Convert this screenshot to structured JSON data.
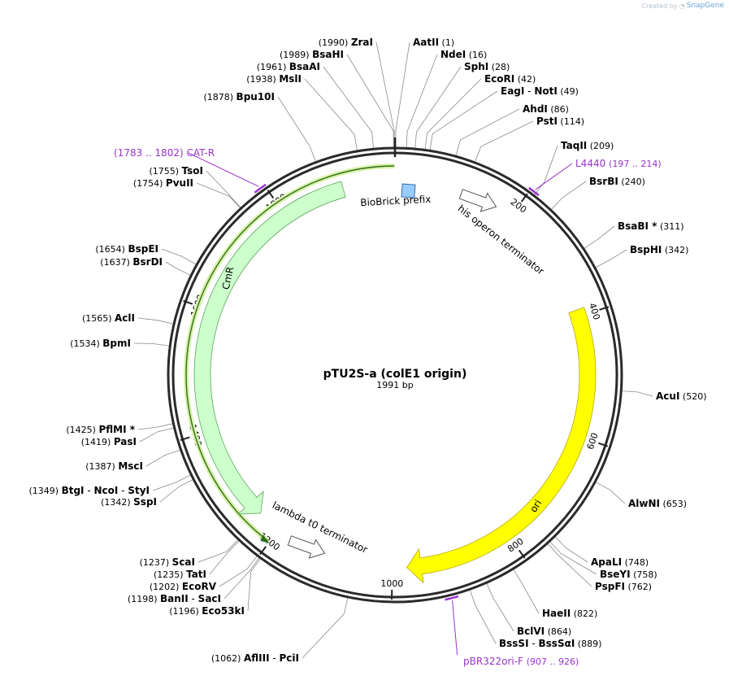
{
  "credit": {
    "prefix": "Created by",
    "brand": "SnapGene"
  },
  "plasmid": {
    "name": "pTU2S-a (colE1 origin)",
    "size_label": "1991 bp",
    "length": 1991
  },
  "ticks": [
    {
      "bp": 200,
      "label": "200"
    },
    {
      "bp": 400,
      "label": "400"
    },
    {
      "bp": 600,
      "label": "600"
    },
    {
      "bp": 800,
      "label": "800"
    },
    {
      "bp": 1000,
      "label": "1000"
    },
    {
      "bp": 1200,
      "label": "1200"
    },
    {
      "bp": 1400,
      "label": "1400"
    },
    {
      "bp": 1600,
      "label": "1600"
    },
    {
      "bp": 1800,
      "label": "1800"
    }
  ],
  "features": [
    {
      "id": "cmr",
      "label": "CmR",
      "type": "arrow",
      "start": 1200,
      "end": 1991,
      "strand": "-",
      "color": "#ccffcc"
    },
    {
      "id": "ori",
      "label": "ori",
      "type": "arrow",
      "start": 389,
      "end": 976,
      "strand": "-",
      "color": "#ffff00"
    },
    {
      "id": "his-term",
      "label": "his operon terminator",
      "type": "terminator",
      "position": 73,
      "strand": "+"
    },
    {
      "id": "lambda-term",
      "label": "lambda t0 terminator",
      "type": "terminator",
      "position": 1150,
      "strand": "+"
    },
    {
      "id": "biobrick-prefix",
      "label": "BioBrick prefix",
      "type": "box",
      "position": 23,
      "color": "#99ccff"
    }
  ],
  "primers": [
    {
      "id": "cat-r",
      "name": "CAT-R",
      "range": "(1783 .. 1802)",
      "start": 1783,
      "end": 1802,
      "color": "#9933cc"
    },
    {
      "id": "l4440",
      "name": "L4440",
      "range": "(197 .. 214)",
      "start": 197,
      "end": 214,
      "color": "#9933cc"
    },
    {
      "id": "pbr322ori-f",
      "name": "pBR322ori-F",
      "range": "(907 .. 926)",
      "start": 907,
      "end": 926,
      "color": "#9933cc"
    }
  ],
  "enzymes_right": [
    {
      "name": "AatII",
      "pos_label": "(1)",
      "bp": 1
    },
    {
      "name": "NdeI",
      "pos_label": "(16)",
      "bp": 16
    },
    {
      "name": "SphI",
      "pos_label": "(28)",
      "bp": 28
    },
    {
      "name": "EcoRI",
      "pos_label": "(42)",
      "bp": 42
    },
    {
      "name": "EagI",
      "name2": "NotI",
      "pos_label": "(49)",
      "bp": 49
    },
    {
      "name": "AhdI",
      "pos_label": "(86)",
      "bp": 86
    },
    {
      "name": "PstI",
      "pos_label": "(114)",
      "bp": 114
    },
    {
      "name": "TaqII",
      "pos_label": "(209)",
      "bp": 209
    },
    {
      "name": "BsrBI",
      "pos_label": "(240)",
      "bp": 240
    },
    {
      "name": "BsaBI",
      "star": "*",
      "pos_label": "(311)",
      "bp": 311
    },
    {
      "name": "BspHI",
      "pos_label": "(342)",
      "bp": 342
    },
    {
      "name": "AcuI",
      "pos_label": "(520)",
      "bp": 520
    },
    {
      "name": "AlwNI",
      "pos_label": "(653)",
      "bp": 653
    },
    {
      "name": "ApaLI",
      "pos_label": "(748)",
      "bp": 748
    },
    {
      "name": "BseYI",
      "pos_label": "(758)",
      "bp": 758
    },
    {
      "name": "PspFI",
      "pos_label": "(762)",
      "bp": 762
    },
    {
      "name": "HaeII",
      "pos_label": "(822)",
      "bp": 822
    },
    {
      "name": "BclVI",
      "pos_label": "(864)",
      "bp": 864
    },
    {
      "name": "BssSI",
      "name2": "BssSαI",
      "pos_label": "(889)",
      "bp": 889
    }
  ],
  "enzymes_left": [
    {
      "name": "ZraI",
      "pos_label": "(1990)",
      "bp": 1990
    },
    {
      "name": "BsaHI",
      "pos_label": "(1989)",
      "bp": 1989
    },
    {
      "name": "BsaAI",
      "pos_label": "(1961)",
      "bp": 1961
    },
    {
      "name": "MslI",
      "pos_label": "(1938)",
      "bp": 1938
    },
    {
      "name": "Bpu10I",
      "pos_label": "(1878)",
      "bp": 1878
    },
    {
      "name": "TsoI",
      "pos_label": "(1755)",
      "bp": 1755
    },
    {
      "name": "PvuII",
      "pos_label": "(1754)",
      "bp": 1754
    },
    {
      "name": "BspEI",
      "pos_label": "(1654)",
      "bp": 1654
    },
    {
      "name": "BsrDI",
      "pos_label": "(1637)",
      "bp": 1637
    },
    {
      "name": "AclI",
      "pos_label": "(1565)",
      "bp": 1565
    },
    {
      "name": "BpmI",
      "pos_label": "(1534)",
      "bp": 1534
    },
    {
      "name": "PflMI",
      "star": "*",
      "pos_label": "(1425)",
      "bp": 1425
    },
    {
      "name": "PasI",
      "pos_label": "(1419)",
      "bp": 1419
    },
    {
      "name": "MscI",
      "pos_label": "(1387)",
      "bp": 1387
    },
    {
      "name": "BtgI",
      "name2": "NcoI",
      "name3": "StyI",
      "pos_label": "(1349)",
      "bp": 1349
    },
    {
      "name": "SspI",
      "pos_label": "(1342)",
      "bp": 1342
    },
    {
      "name": "ScaI",
      "pos_label": "(1237)",
      "bp": 1237
    },
    {
      "name": "TatI",
      "pos_label": "(1235)",
      "bp": 1235
    },
    {
      "name": "EcoRV",
      "pos_label": "(1202)",
      "bp": 1202
    },
    {
      "name": "BanII",
      "name2": "SacI",
      "pos_label": "(1198)",
      "bp": 1198
    },
    {
      "name": "Eco53kI",
      "pos_label": "(1196)",
      "bp": 1196
    },
    {
      "name": "AflIII",
      "name2": "PciI",
      "pos_label": "(1062)",
      "bp": 1062
    }
  ]
}
